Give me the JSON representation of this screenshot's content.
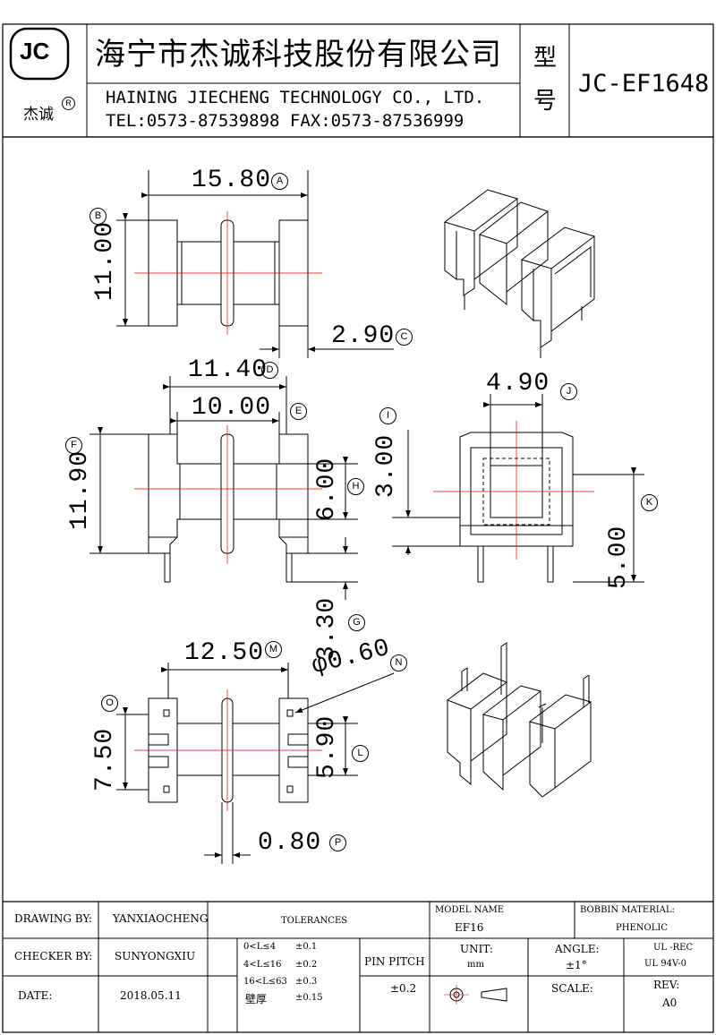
{
  "header": {
    "logo_text": "JC",
    "logo_sub": "杰诚",
    "registered": "R",
    "company_cn": "海宁市杰诚科技股份有限公司",
    "company_en": "HAINING JIECHENG TECHNOLOGY CO., LTD.",
    "contact": "TEL:0573-87539898   FAX:0573-87536999",
    "model_label_1": "型",
    "model_label_2": "号",
    "model_no": "JC-EF1648"
  },
  "dimensions": {
    "a": {
      "value": "15.80",
      "tag": "A"
    },
    "b": {
      "value": "11.00",
      "tag": "B"
    },
    "c": {
      "value": "2.90",
      "tag": "C"
    },
    "d": {
      "value": "11.40",
      "tag": "D"
    },
    "e": {
      "value": "10.00",
      "tag": "E"
    },
    "f": {
      "value": "11.90",
      "tag": "F"
    },
    "h": {
      "value": "6.00",
      "tag": "H"
    },
    "g": {
      "value": "3.30",
      "tag": "G"
    },
    "i": {
      "value": "3.00",
      "tag": "I"
    },
    "j": {
      "value": "4.90",
      "tag": "J"
    },
    "k": {
      "value": "5.00",
      "tag": "K"
    },
    "m": {
      "value": "12.50",
      "tag": "M"
    },
    "n": {
      "value": "φ0.60",
      "tag": "N"
    },
    "o": {
      "value": "7.50",
      "tag": "O"
    },
    "l": {
      "value": "5.90",
      "tag": "L"
    },
    "p": {
      "value": "0.80",
      "tag": "P"
    }
  },
  "title_block": {
    "drawing_by_label": "DRAWING  BY:",
    "drawing_by": "YANXIAOCHENG",
    "checker_by_label": "CHECKER  BY:",
    "checker_by": "SUNYONGXIU",
    "date_label": "DATE:",
    "date": "2018.05.11",
    "tolerances_label": "TOLERANCES",
    "tol_rows": [
      {
        "range": "0<L≤4",
        "tol": "±0.1"
      },
      {
        "range": "4<L≤16",
        "tol": "±0.2"
      },
      {
        "range": "16<L≤63",
        "tol": "±0.3"
      },
      {
        "range": "壁厚",
        "tol": "±0.15"
      }
    ],
    "pin_pitch_label": "PIN PITCH",
    "pin_pitch": "±0.2",
    "model_name_label": "MODEL NAME",
    "model_name": "EF16",
    "material_label": "BOBBIN MATERIAL:",
    "material": "PHENOLIC",
    "unit_label": "UNIT:",
    "unit": "mm",
    "angle_label": "ANGLE:",
    "angle": "±1°",
    "ul_1": "UL -REC",
    "ul_2": "UL  94V-0",
    "scale_label": "SCALE:",
    "rev_label": "REV:",
    "rev": "A0"
  }
}
